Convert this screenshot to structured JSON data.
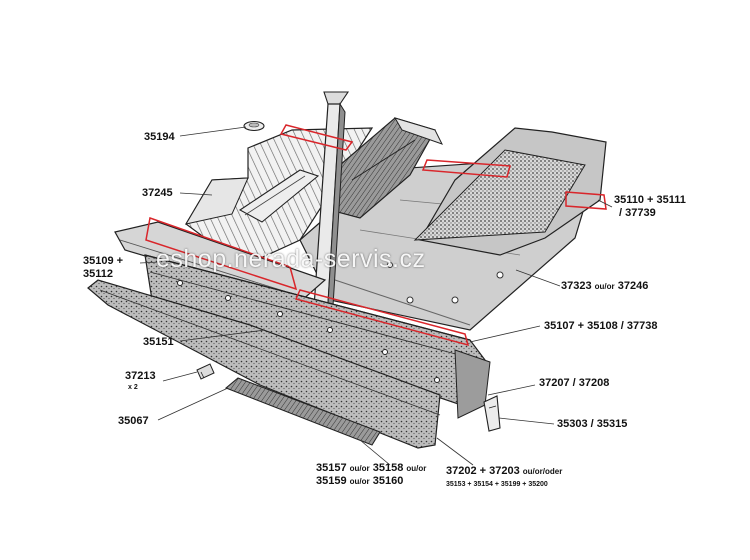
{
  "watermark": "eshop.nerada-servis.cz",
  "colors": {
    "highlight": "#d9262b",
    "ink": "#222222",
    "paper": "#ffffff"
  },
  "labels": {
    "p35194": "35194",
    "p37245": "37245",
    "p35109": "35109 +",
    "p35112": "35112",
    "p35151": "35151",
    "p37213": "37213",
    "p37213_qty": "x 2",
    "p35067": "35067",
    "p35110": "35110 + 35111",
    "p37739": "/ 37739",
    "p37323": "37323",
    "p37323_or": "ou/or",
    "p37246": "37246",
    "p35107": "35107 + 35108 / 37738",
    "p37207": "37207 / 37208",
    "p35303": "35303 / 35315",
    "p35157": "35157",
    "p35157_or": "ou/or",
    "p35158": "35158",
    "p35158_or": "ou/or",
    "p35159": "35159",
    "p35159_or": "ou/or",
    "p35160": "35160",
    "p37202": "37202 + 37203",
    "p37202_or": "ou/or/oder",
    "p37202_sub": "35153 + 35154 + 35199 + 35200"
  }
}
